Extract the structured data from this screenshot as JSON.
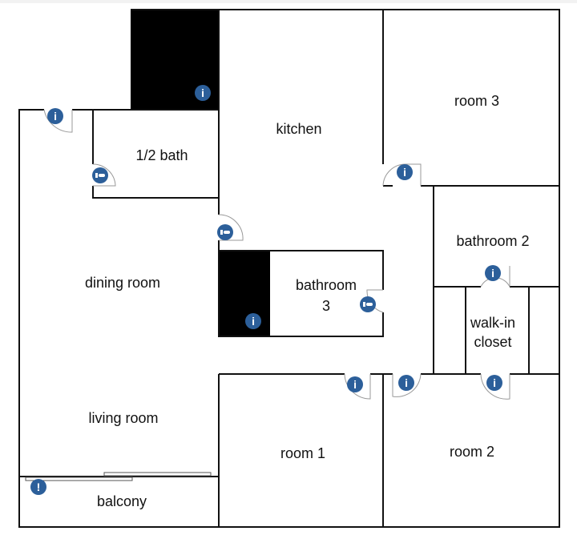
{
  "rooms": {
    "kitchen": "kitchen",
    "half_bath": "1/2 bath",
    "room3": "room 3",
    "bathroom2": "bathroom 2",
    "dining": "dining room",
    "bathroom3_a": "bathroom",
    "bathroom3_b": "3",
    "walkin_a": "walk-in",
    "walkin_b": "closet",
    "living": "living room",
    "room1": "room 1",
    "room2": "room 2",
    "balcony": "balcony"
  },
  "icons": {
    "info": "i",
    "warning": "!"
  },
  "colors": {
    "marker": "#2c5f9a",
    "wall": "#111111"
  }
}
